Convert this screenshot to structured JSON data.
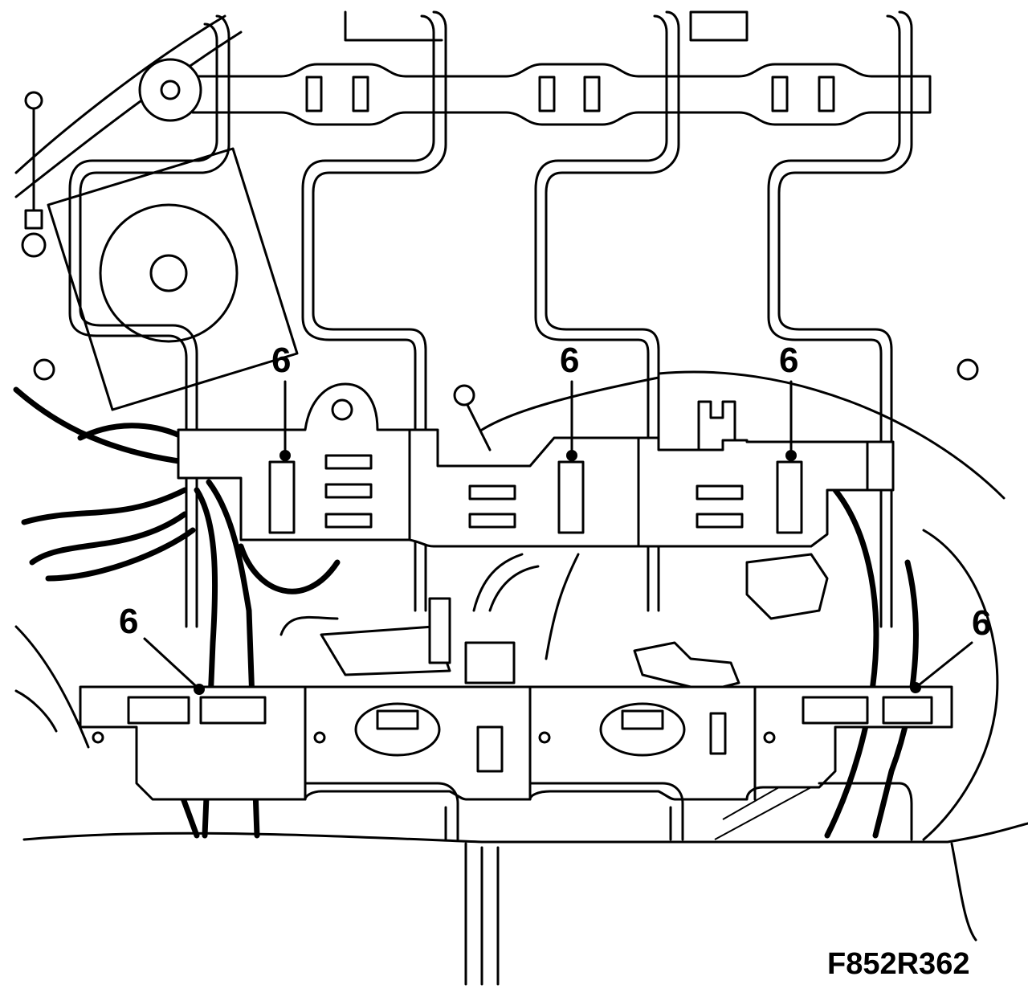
{
  "callouts": {
    "c1": "6",
    "c2": "6",
    "c3": "6",
    "c4": "6",
    "c5": "6"
  },
  "figure_id": "F852R362",
  "colors": {
    "line": "#000000",
    "background": "#ffffff"
  }
}
